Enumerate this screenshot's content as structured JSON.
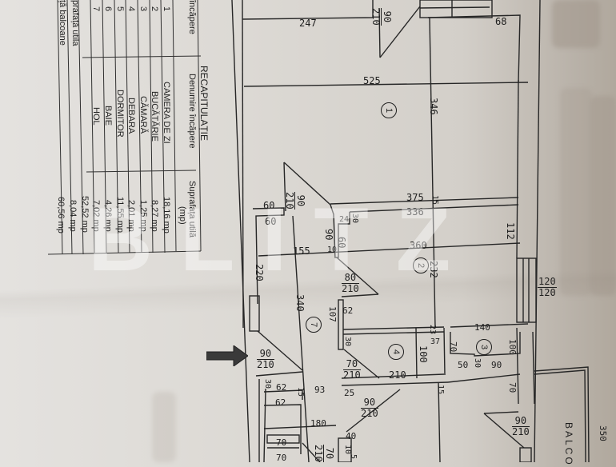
{
  "document": {
    "type": "floor-plan-photo",
    "orientation": "rotated-90-cw",
    "watermark": "BLITZ"
  },
  "summary_table": {
    "title": "RECAPITULAȚIE",
    "columns": [
      "Nr. încăpere",
      "Denumire încăpere",
      "Suprafața utilă (mp)"
    ],
    "col_header_nr": "încăpere",
    "col_header_name": "Denumire încăpere",
    "col_header_area": "Suprafața utilă",
    "col_header_area_unit": "(mp)",
    "rows": [
      {
        "nr": "1",
        "name": "CAMERA DE ZI",
        "area": "18,16 mp"
      },
      {
        "nr": "2",
        "name": "BUCĂTĂRIE",
        "area": "8,27 mp"
      },
      {
        "nr": "3",
        "name": "CĂMARĂ",
        "area": "1,25 mp"
      },
      {
        "nr": "4",
        "name": "DEBARA",
        "area": "2,01 mp"
      },
      {
        "nr": "5",
        "name": "DORMITOR",
        "area": "11,55 mp"
      },
      {
        "nr": "6",
        "name": "BAIE",
        "area": "4,26 mp"
      },
      {
        "nr": "7",
        "name": "HOL",
        "area": "7,02 mp"
      }
    ],
    "totals": [
      {
        "label": "prafață utila",
        "area": "52,52 mp"
      },
      {
        "label": "ță balcoane",
        "area": "8,04 mp"
      },
      {
        "label": "",
        "area": "60,56 mp"
      }
    ]
  },
  "plan": {
    "room_markers": [
      "1",
      "2",
      "3",
      "4",
      "7"
    ],
    "dimensions": {
      "d247": "247",
      "d68": "68",
      "d525": "525",
      "d346": "346",
      "d375": "375",
      "d15a": "15",
      "d336": "336",
      "d112": "112",
      "d360": "360",
      "d232": "232",
      "d155": "155",
      "d10a": "10",
      "d60a": "60",
      "d60b": "60",
      "d60c": "60",
      "d90a": "90",
      "d24": "24",
      "d30a": "30",
      "d220": "220",
      "d340": "340",
      "d107": "107",
      "d62a": "62",
      "d30b": "30",
      "d210": "210",
      "d100a": "100",
      "d23": "23",
      "d37": "37",
      "d140": "140",
      "d70a": "70",
      "d100b": "100",
      "d50": "50",
      "d30c": "30",
      "d90b": "90",
      "d70b": "70",
      "d25": "25",
      "d15b": "15",
      "d93": "93",
      "d62b": "62",
      "d62c": "62",
      "d15c": "15",
      "d30d": "30",
      "d180": "180",
      "d40": "40",
      "d70c": "70",
      "d70d": "70",
      "d10b": "10",
      "d5": "5",
      "d350": "350",
      "d120a": "120",
      "d120b": "120"
    },
    "doors": [
      {
        "w": "90",
        "h": "210"
      },
      {
        "w": "90",
        "h": "210"
      },
      {
        "w": "80",
        "h": "210"
      },
      {
        "w": "90",
        "h": "210"
      },
      {
        "w": "70",
        "h": "210"
      },
      {
        "w": "90",
        "h": "210"
      },
      {
        "w": "90",
        "h": "210"
      },
      {
        "w": "70",
        "h": "210"
      }
    ],
    "balcony_label": "BALCO",
    "entrance_arrow": "entrance-arrow"
  }
}
